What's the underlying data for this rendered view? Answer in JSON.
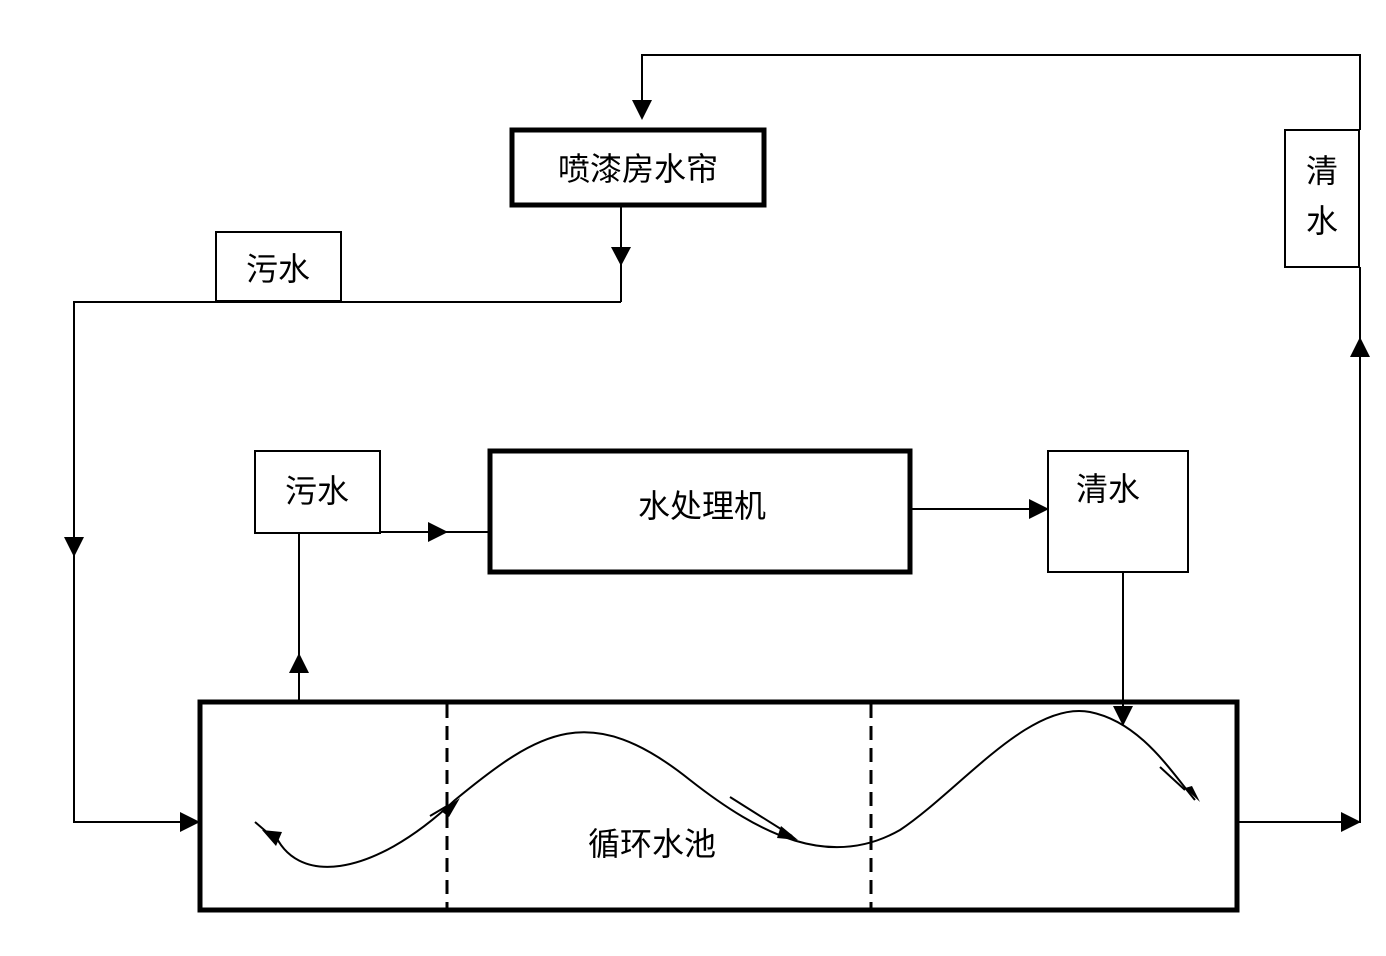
{
  "nodes": {
    "spray_booth": "喷漆房水帘",
    "sewage_top": "污水",
    "clean_right_line1": "清",
    "clean_right_line2": "水",
    "sewage_mid": "污水",
    "water_treatment": "水处理机",
    "clean_mid": "清水",
    "circulation_pool": "循环水池"
  }
}
